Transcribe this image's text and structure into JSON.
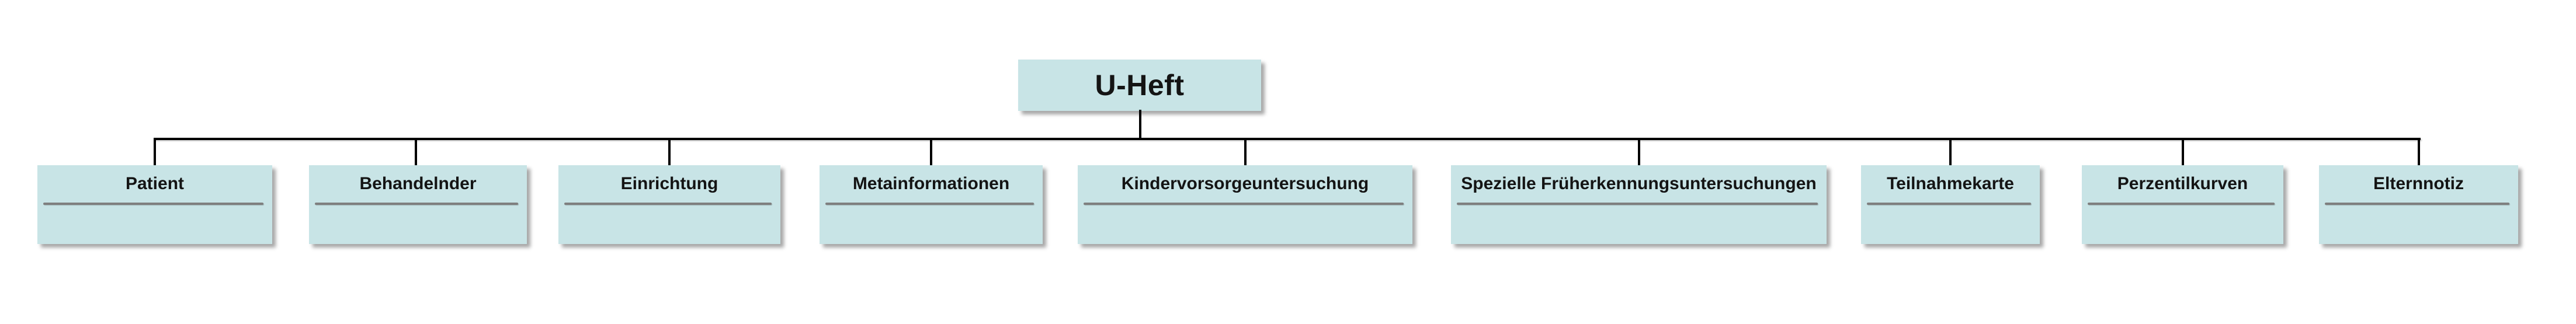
{
  "diagram": {
    "type": "class-tree",
    "root": {
      "label": "U-Heft"
    },
    "children": [
      {
        "label": "Patient"
      },
      {
        "label": "Behandelnder"
      },
      {
        "label": "Einrichtung"
      },
      {
        "label": "Metainformationen"
      },
      {
        "label": "Kindervorsorgeuntersuchung"
      },
      {
        "label": "Spezielle Früherkennungsuntersuchungen"
      },
      {
        "label": "Teilnahmekarte"
      },
      {
        "label": "Perzentilkurven"
      },
      {
        "label": "Elternnotiz"
      }
    ],
    "colors": {
      "background": "#ffffff",
      "node_fill": "#c8e4e6",
      "connector": "#000000",
      "divider": "#7f7f7f",
      "text": "#141414"
    }
  }
}
